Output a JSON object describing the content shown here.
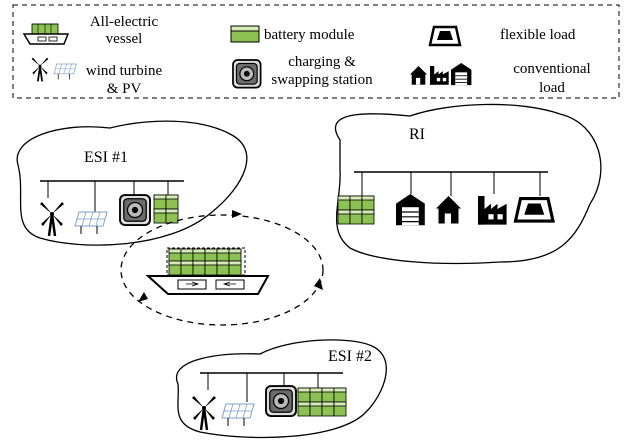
{
  "legend": {
    "vessel_label_line1": "All-electric",
    "vessel_label_line2": "vessel",
    "battery_label": "battery module",
    "flexible_load_label": "flexible load",
    "wind_pv_label_line1": "wind turbine",
    "wind_pv_label_line2": "& PV",
    "station_label_line1": "charging &",
    "station_label_line2": "swapping station",
    "conventional_label_line1": "conventional",
    "conventional_label_line2": "load"
  },
  "islands": {
    "esi1": {
      "label": "ESI #1"
    },
    "ri": {
      "label": "RI"
    },
    "esi2": {
      "label": "ESI #2"
    }
  },
  "colors": {
    "battery_green": "#8dc152",
    "battery_top": "#d6ebb5",
    "ink": "#000000",
    "pv_blue": "#7f9fc9"
  }
}
